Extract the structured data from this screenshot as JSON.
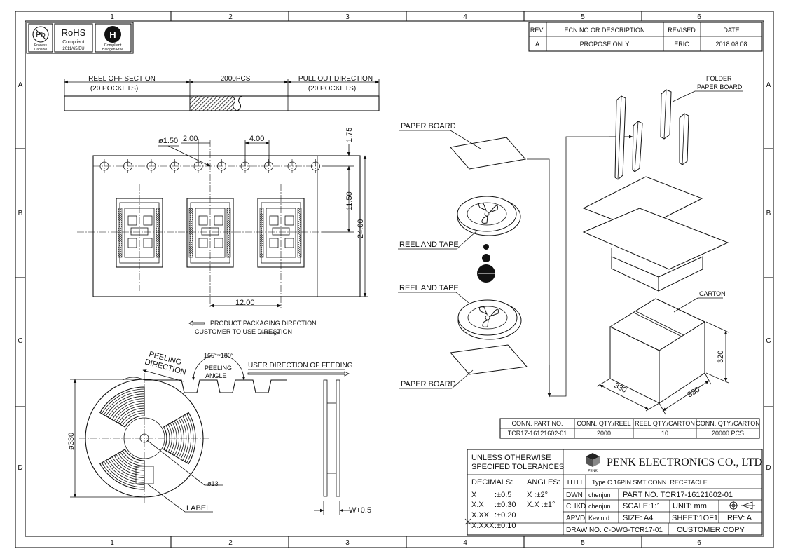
{
  "border": {
    "columns": [
      "1",
      "2",
      "3",
      "4",
      "5",
      "6"
    ],
    "rows": [
      "A",
      "B",
      "C",
      "D"
    ]
  },
  "badges": {
    "pb_line1": "Process",
    "pb_line2": "Capable",
    "rohs_title": "RoHS",
    "rohs_line1": "Compliant",
    "rohs_line2": "2011/65/EU",
    "halogen_line1": "Compliant",
    "halogen_line2": "Halogen Free"
  },
  "revision_table": {
    "headers": [
      "REV.",
      "ECN NO OR DESCRIPTION",
      "REVISED",
      "DATE"
    ],
    "rows": [
      [
        "A",
        "PROPOSE ONLY",
        "ERIC",
        "2018.08.08"
      ]
    ]
  },
  "tape_strip": {
    "left_label": "REEL OFF SECTION",
    "left_sub": "(20 POCKETS)",
    "middle_label": "2000PCS",
    "right_label": "PULL OUT DIRECTION",
    "right_sub": "(20 POCKETS)"
  },
  "tape_dims": {
    "hole_dia": "ø1.50",
    "d1": "2.00",
    "d2": "4.00",
    "d3": "1.75",
    "d4": "11.50",
    "d5": "24.00",
    "d6": "12.00"
  },
  "directions": {
    "product": "PRODUCT PACKAGING DIRECTION",
    "customer": "CUSTOMER TO USE DIRECTION"
  },
  "reel_view": {
    "peeling_line1": "PEELING",
    "peeling_line2": "DIRECTION",
    "angle_range": "165°~180°",
    "angle_line1": "PEELING",
    "angle_line2": "ANGLE",
    "feed": "USER DIRECTION OF FEEDING",
    "dia": "ø330",
    "hub": "ø13",
    "label": "LABEL",
    "width": "W+0.5"
  },
  "exploded": {
    "paper_board_top": "PAPER BOARD",
    "reel_tape_1": "REEL AND TAPE",
    "reel_tape_2": "REEL AND TAPE",
    "paper_board_bottom": "PAPER BOARD",
    "folder_line1": "FOLDER",
    "folder_line2": "PAPER BOARD",
    "carton": "CARTON",
    "dim_h": "320",
    "dim_w": "330",
    "dim_d": "330"
  },
  "qty_table": {
    "headers": [
      "CONN. PART NO.",
      "CONN. QTY./REEL",
      "REEL QTY./CARTON",
      "CONN. QTY./CARTON"
    ],
    "row": [
      "TCR17-16121602-01",
      "2000",
      "10",
      "20000 PCS"
    ]
  },
  "title_block": {
    "tol_line1": "UNLESS OTHERWISE",
    "tol_line2": "SPECIFED TOLERANCES",
    "decimals": "DECIMALS:",
    "angles": "ANGLES:",
    "x": "X",
    "x_val": ":±0.5",
    "xx": "X.X",
    "xx_val": ":±0.30",
    "xxx": "X.XX",
    "xxx_val": ":±0.20",
    "xxxx": "X.XXX",
    "xxxx_val": ":±0.10",
    "ang1": "X   :±2°",
    "ang2": "X.X :±1°",
    "logo_text": "PENK",
    "company": "PENK ELECTRONICS CO., LTD",
    "title_key": "TITLE",
    "title_val": "Type.C 16PIN SMT CONN. RECPTACLE",
    "dwn_key": "DWN",
    "dwn_val": "chenjun",
    "part_no": "PART NO. TCR17-16121602-01",
    "chkd_key": "CHKD",
    "chkd_val": "chenjun",
    "scale": "SCALE:1:1",
    "unit": "UNIT:   mm",
    "apvd_key": "APVD",
    "apvd_val": "Kevin.d",
    "size": "SIZE: A4",
    "sheet": "SHEET:1OF1",
    "rev": "REV: A",
    "draw_no": "DRAW NO. C-DWG-TCR17-01",
    "copy": "CUSTOMER COPY"
  }
}
